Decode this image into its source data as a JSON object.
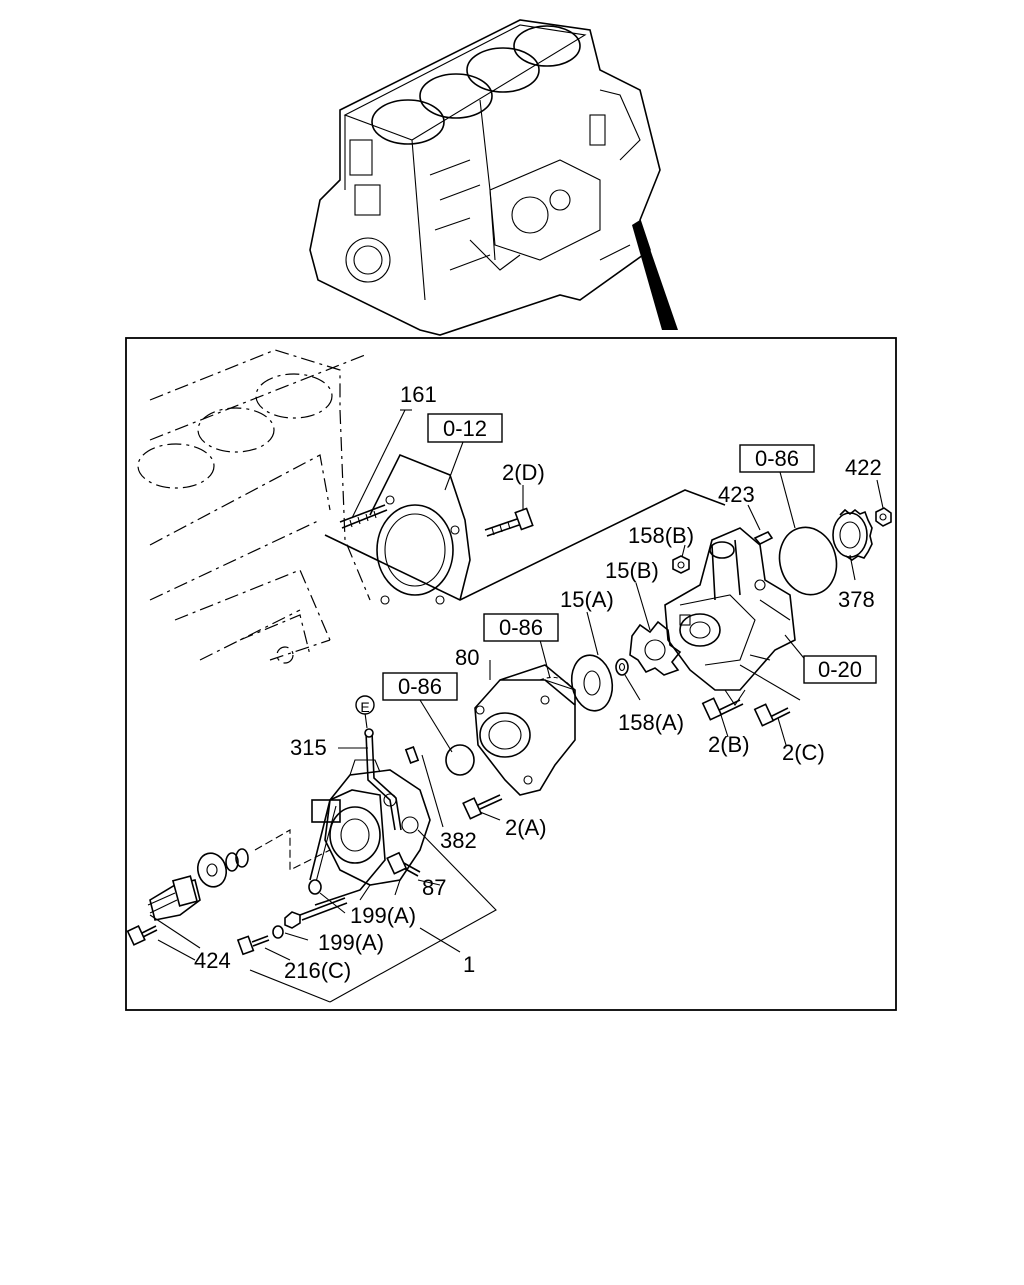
{
  "labels": {
    "p161": "161",
    "p2d": "2(D)",
    "p423": "423",
    "p422": "422",
    "p158b": "158(B)",
    "p15b": "15(B)",
    "p15a": "15(A)",
    "p378": "378",
    "p80": "80",
    "p158a": "158(A)",
    "p2b": "2(B)",
    "p2c": "2(C)",
    "p315": "315",
    "pE": "E",
    "p382": "382",
    "p2a": "2(A)",
    "p87": "87",
    "p199a_1": "199(A)",
    "p199a_2": "199(A)",
    "p1": "1",
    "p424": "424",
    "p216c": "216(C)"
  },
  "refs": {
    "r012": "0-12",
    "r086_top": "0-86",
    "r086_mid": "0-86",
    "r086_left": "0-86",
    "r020": "0-20"
  }
}
